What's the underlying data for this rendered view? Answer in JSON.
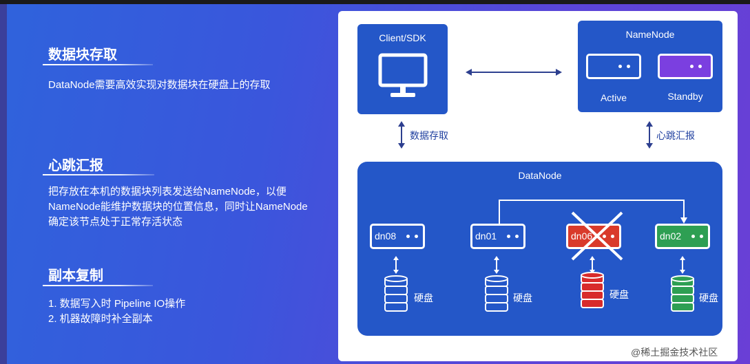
{
  "sections": [
    {
      "title": "数据块存取",
      "body": "DataNode需要高效实现对数据块在硬盘上的存取"
    },
    {
      "title": "心跳汇报",
      "body": "把存放在本机的数据块列表发送给NameNode，以便\nNameNode能维护数据块的位置信息，同时让NameNode\n确定该节点处于正常存活状态"
    },
    {
      "title": "副本复制",
      "body": "1. 数据写入时 Pipeline IO操作\n2. 机器故障时补全副本"
    }
  ],
  "diagram": {
    "client_label": "Client/SDK",
    "namenode_label": "NameNode",
    "active_label": "Active",
    "standby_label": "Standby",
    "datanode_label": "DataNode",
    "data_access_label": "数据存取",
    "heartbeat_label": "心跳汇报",
    "disk_label": "硬盘",
    "nodes": [
      {
        "id": "dn08",
        "color": "#ffffff",
        "text_color": "#2457c8",
        "failed": false,
        "disk_color": "#2457c8"
      },
      {
        "id": "dn01",
        "color": "#ffffff",
        "text_color": "#2457c8",
        "failed": false,
        "disk_color": "#2457c8"
      },
      {
        "id": "dn06",
        "color": "#d93a2b",
        "text_color": "#ffffff",
        "failed": true,
        "disk_color": "#d82b2b"
      },
      {
        "id": "dn02",
        "color": "#2e9f53",
        "text_color": "#ffffff",
        "failed": false,
        "disk_color": "#2e9f53"
      }
    ],
    "colors": {
      "accent": "#2457c8",
      "standby": "#7b3fe0"
    }
  },
  "watermark": "@稀土掘金技术社区"
}
